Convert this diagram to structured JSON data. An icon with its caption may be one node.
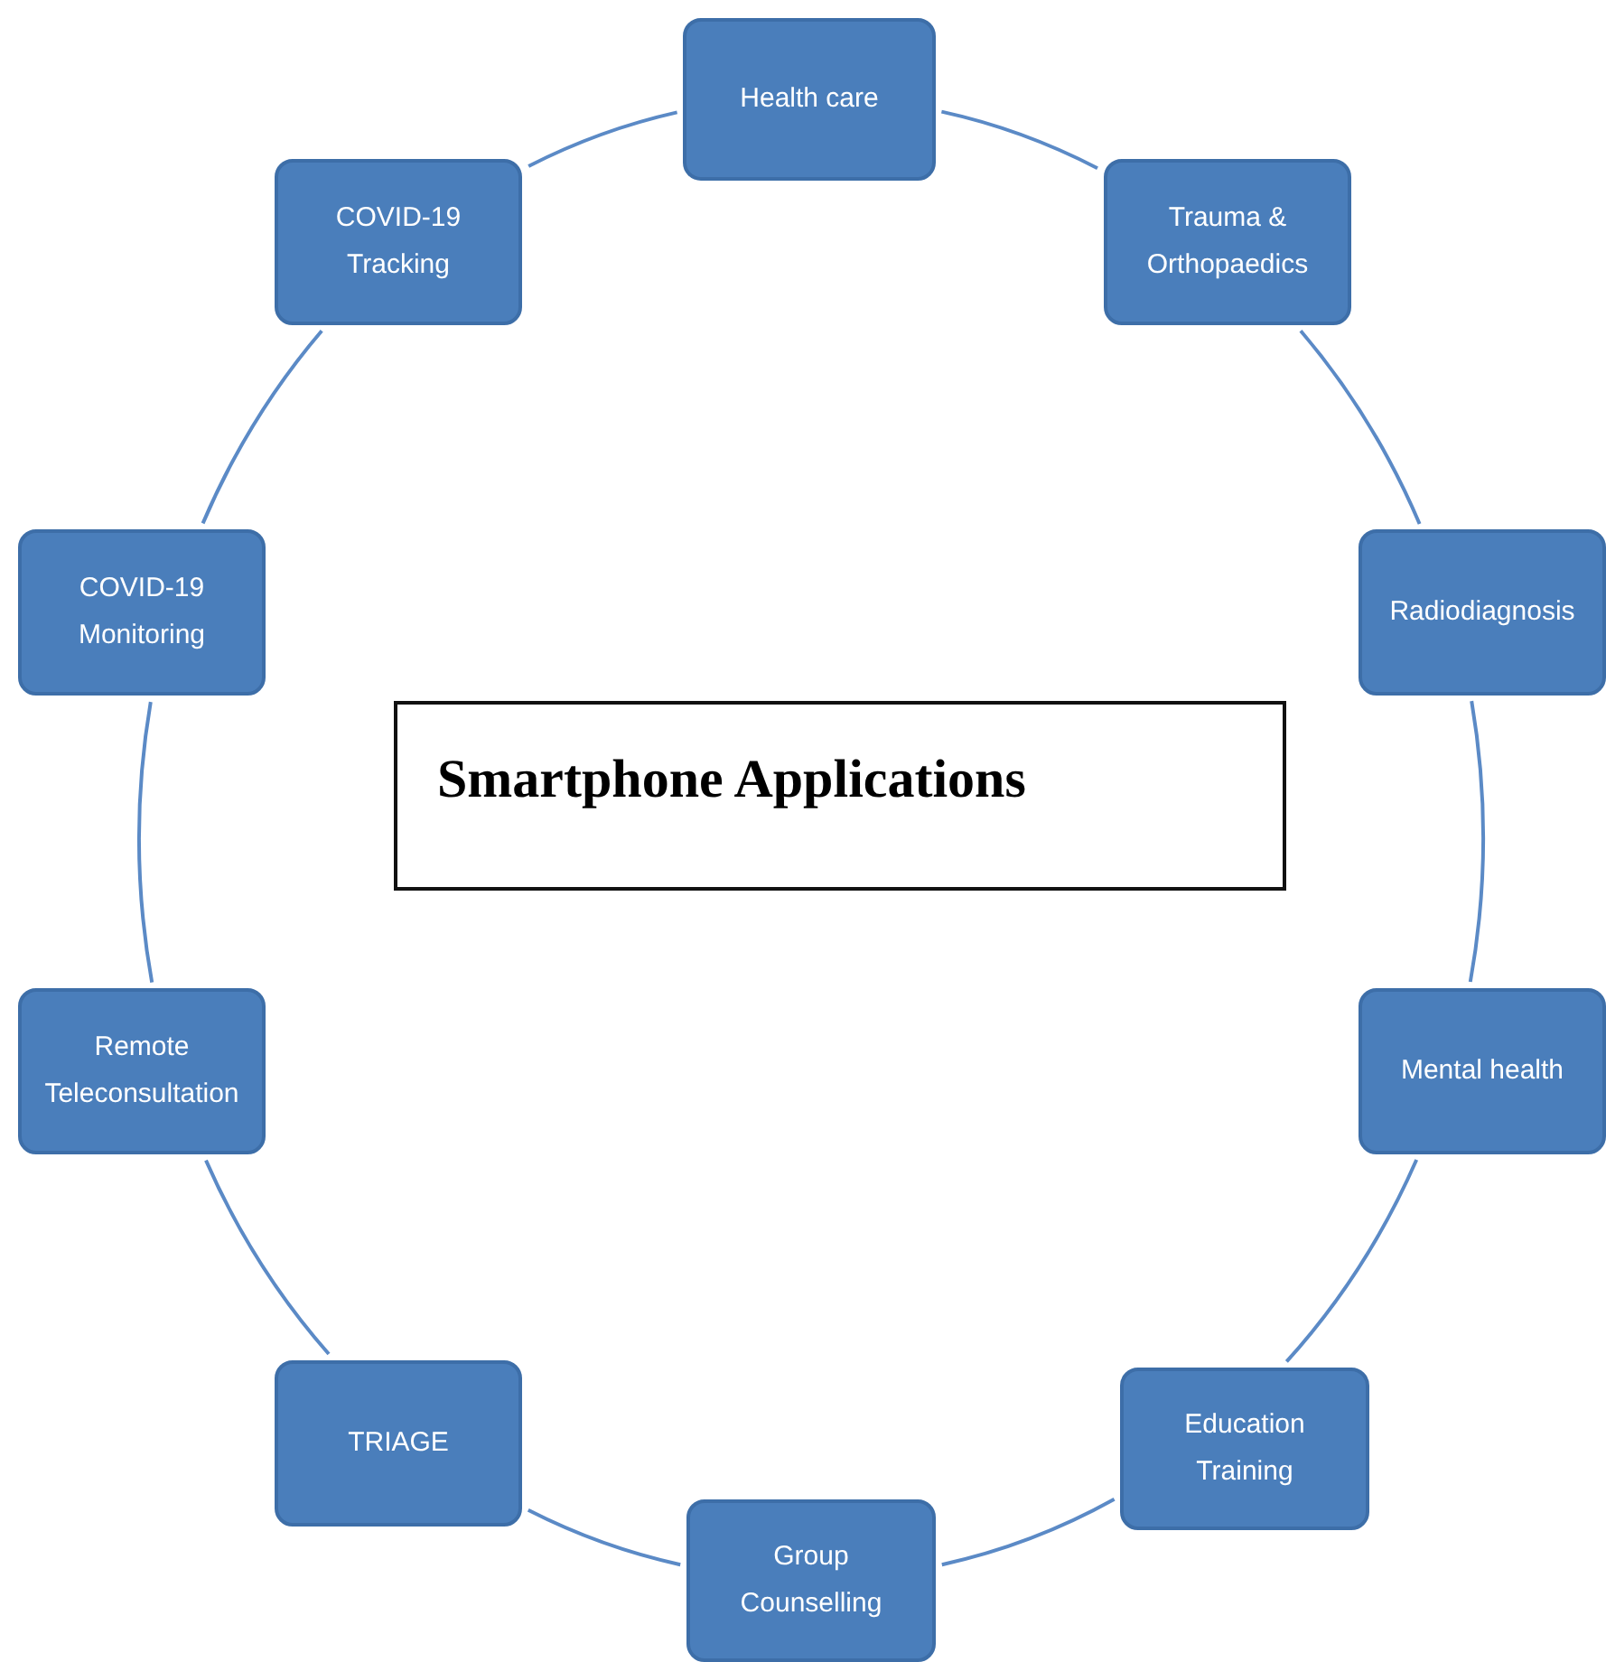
{
  "diagram": {
    "nodes": [
      {
        "text": [
          "Health care"
        ]
      },
      {
        "text": [
          "Trauma & Orthopaedics"
        ]
      },
      {
        "text": [
          "Radiodiagnosis"
        ]
      },
      {
        "text": [
          "Mental health"
        ]
      },
      {
        "text": [
          "Education Training"
        ]
      },
      {
        "text": [
          "Group Counselling"
        ]
      },
      {
        "text": [
          "TRIAGE"
        ]
      },
      {
        "text": [
          "Remote Teleconsultation"
        ]
      },
      {
        "text": [
          "COVID-19 Monitoring"
        ]
      },
      {
        "text": [
          "COVID-19 Tracking"
        ]
      },
      {
        "text": [
          "Smartphone Applications"
        ]
      }
    ],
    "edges": [
      {
        "from": 0,
        "to": 1,
        "arrow": "none"
      },
      {
        "from": 1,
        "to": 2,
        "arrow": "none"
      },
      {
        "from": 2,
        "to": 3,
        "arrow": "none"
      },
      {
        "from": 3,
        "to": 4,
        "arrow": "none"
      },
      {
        "from": 4,
        "to": 5,
        "arrow": "none"
      },
      {
        "from": 5,
        "to": 6,
        "arrow": "none"
      },
      {
        "from": 6,
        "to": 7,
        "arrow": "none"
      },
      {
        "from": 7,
        "to": 8,
        "arrow": "none"
      },
      {
        "from": 8,
        "to": 9,
        "arrow": "none"
      },
      {
        "from": 9,
        "to": 0,
        "arrow": "none"
      }
    ]
  }
}
